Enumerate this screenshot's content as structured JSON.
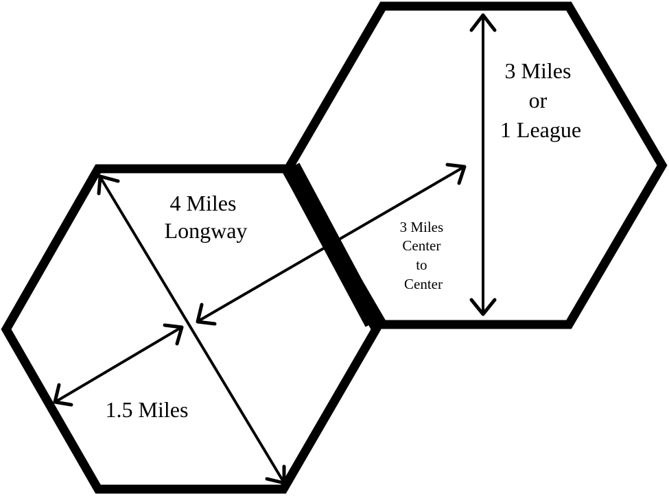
{
  "labels": {
    "top_right": [
      "3 Miles",
      "or",
      "1 League"
    ],
    "longway": [
      "4 Miles",
      "Longway"
    ],
    "center_to_center": [
      "3 Miles",
      "Center",
      "to",
      "Center"
    ],
    "short": [
      "1.5 Miles"
    ]
  },
  "colors": {
    "stroke": "#000000",
    "fill": "#ffffff",
    "background": "#ffffff"
  }
}
